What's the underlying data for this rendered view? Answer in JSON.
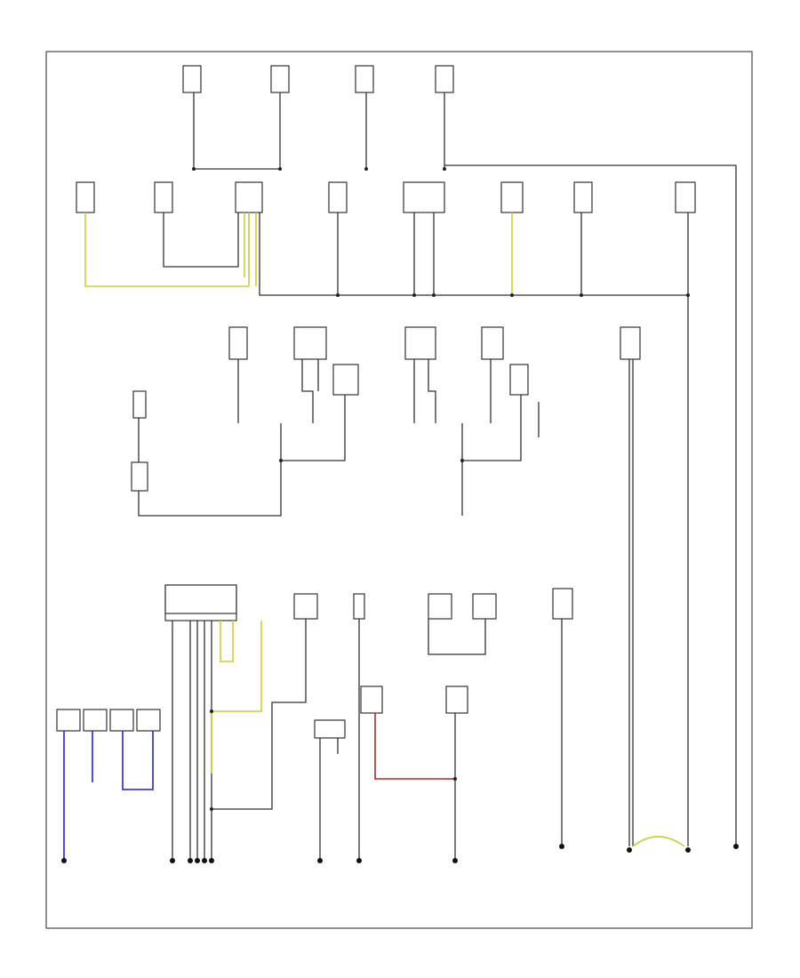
{
  "diagram": {
    "type": "ground distribution wiring diagram",
    "footer_label": "",
    "component_count": 34,
    "ground_point_count": 21,
    "colors": {
      "line": "#333333",
      "frame": "#4a4a4a",
      "yellow_wire": "#c8cf3a",
      "blue_wire": "#3b3bd6",
      "red_wire": "#c81d1d"
    }
  }
}
